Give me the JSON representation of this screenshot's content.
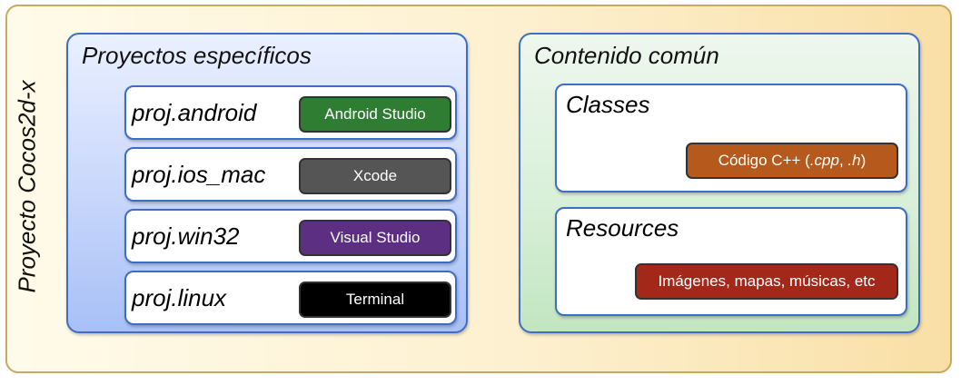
{
  "outer_title": "Proyecto Cocos2d-x",
  "left_panel": {
    "title": "Proyectos específicos",
    "rows": [
      {
        "name": "proj.android",
        "tool": "Android Studio",
        "color": "#2e7d32"
      },
      {
        "name": "proj.ios_mac",
        "tool": "Xcode",
        "color": "#555555"
      },
      {
        "name": "proj.win32",
        "tool": "Visual Studio",
        "color": "#5c2f82"
      },
      {
        "name": "proj.linux",
        "tool": "Terminal",
        "color": "#000000"
      }
    ]
  },
  "right_panel": {
    "title": "Contenido común",
    "boxes": [
      {
        "title": "Classes",
        "tag_prefix": "Código C++ (",
        "tag_ext1": ".cpp",
        "tag_sep": ", ",
        "tag_ext2": ".h",
        "tag_suffix": ")",
        "color": "#b55a1c"
      },
      {
        "title": "Resources",
        "tag": "Imágenes, mapas, músicas, etc",
        "color": "#a4281a"
      }
    ]
  }
}
